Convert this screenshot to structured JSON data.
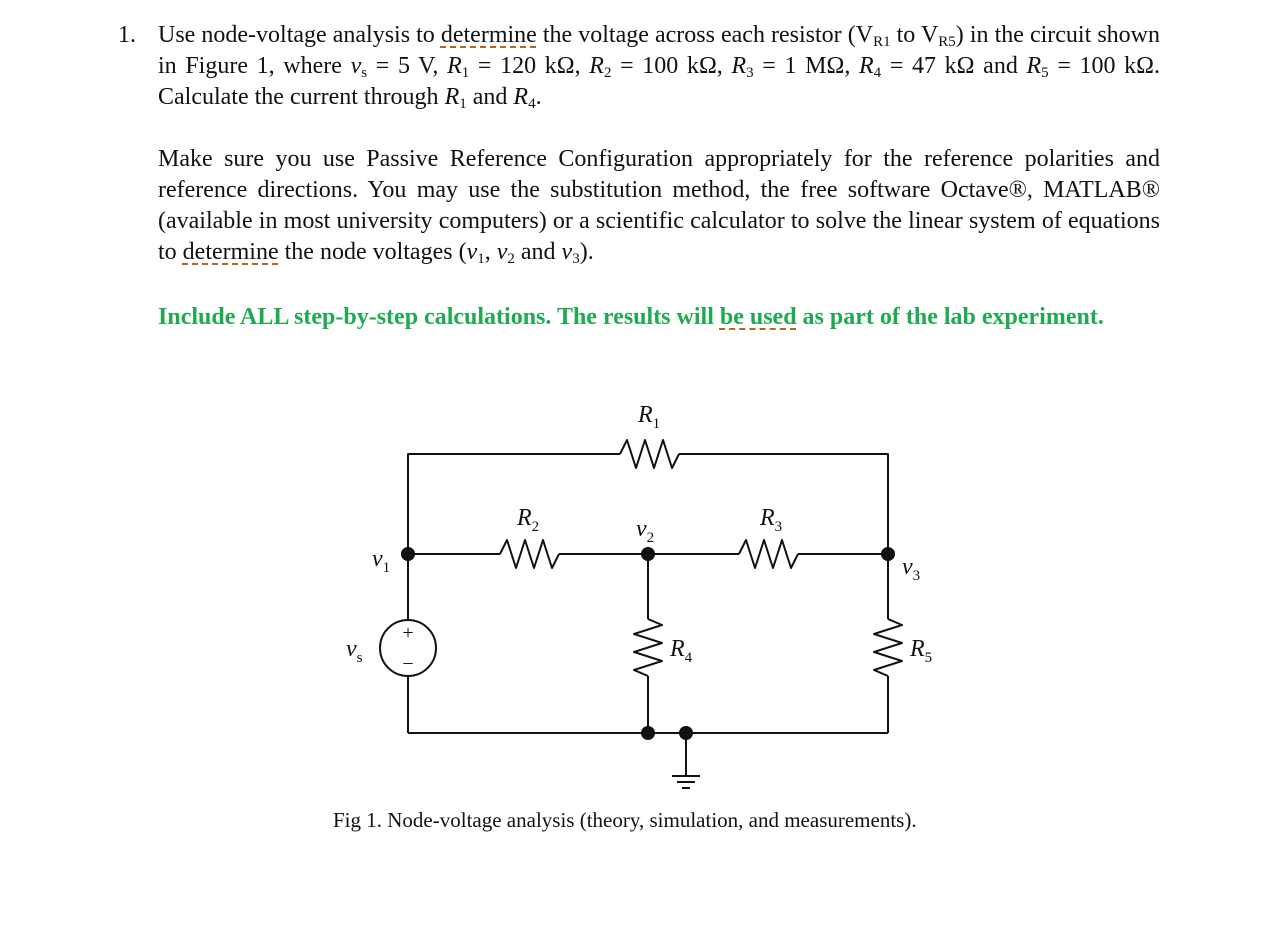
{
  "problem": {
    "number": "1.",
    "p1": {
      "t1": "Use node-voltage analysis to ",
      "w_determine": "determine",
      "t2": " the voltage across each resistor (V",
      "s_r1": "R1",
      "t3": " to V",
      "s_r5": "R5",
      "t4": ") in the circuit shown in Figure 1, where ",
      "vs": "v",
      "vs_sub": "s",
      "t5": " = 5 V, ",
      "r1": "R",
      "r1_sub": "1",
      "t6": " = 120 kΩ, ",
      "r2": "R",
      "r2_sub": "2",
      "t7": " = 100 kΩ, ",
      "r3": "R",
      "r3_sub": "3",
      "t8": " = 1 MΩ, ",
      "r4": "R",
      "r4_sub": "4",
      "t9": " = 47 kΩ and ",
      "r5": "R",
      "r5_sub": "5",
      "t10": " = 100 kΩ. Calculate the current through ",
      "c_r1": "R",
      "c_r1_sub": "1",
      "t11": " and ",
      "c_r4": "R",
      "c_r4_sub": "4",
      "t12": "."
    },
    "p2": {
      "t1": "Make sure you use Passive Reference Configuration appropriately for the reference polarities and reference directions. You may use the substitution method, the free software Octave®, MATLAB® (available in most university computers) or a scientific calculator to solve the linear system of equations to ",
      "w_determine": "determine",
      "t2": " the node voltages (",
      "v1": "v",
      "v1_sub": "1",
      "t3": ", ",
      "v2": "v",
      "v2_sub": "2",
      "t4": " and ",
      "v3": "v",
      "v3_sub": "3",
      "t5": ")."
    },
    "p3": {
      "t1": "Include ALL step-by-step calculations. The results will ",
      "w_be_used": "be used",
      "t2": " as part of the lab experiment."
    }
  },
  "figure": {
    "labels": {
      "r1": "R",
      "r1_sub": "1",
      "r2": "R",
      "r2_sub": "2",
      "r3": "R",
      "r3_sub": "3",
      "r4": "R",
      "r4_sub": "4",
      "r5": "R",
      "r5_sub": "5",
      "v1": "v",
      "v1_sub": "1",
      "v2": "v",
      "v2_sub": "2",
      "v3": "v",
      "v3_sub": "3",
      "vs": "v",
      "vs_sub": "s",
      "plus": "+",
      "minus": "−"
    },
    "caption": "Fig 1. Node-voltage analysis (theory, simulation, and measurements)."
  }
}
